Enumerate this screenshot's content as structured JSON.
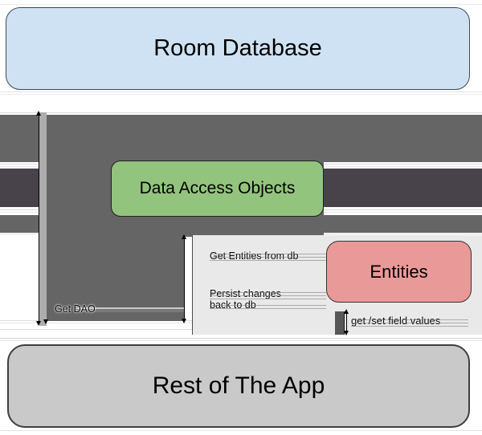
{
  "diagram": {
    "nodes": {
      "room_database": {
        "label": "Room Database",
        "fill": "#cfe2f3"
      },
      "data_access_objects": {
        "label": "Data Access Objects",
        "fill": "#93c47d"
      },
      "entities": {
        "label": "Entities",
        "fill": "#ea9999"
      },
      "rest_of_app": {
        "label": "Rest of The App",
        "fill": "#c9c9c9"
      }
    },
    "edge_labels": {
      "get_dao": "Get DAO",
      "get_entities_from_db": "Get Entities from db",
      "persist_changes": "Persist changes\nback to db",
      "get_set_field_values": "get /set field values"
    },
    "colors": {
      "arrow_gray": "#656565",
      "arrow_dark_band": "#48434b",
      "panel_gray": "#e9e9e9",
      "light_bar": "#adadad",
      "background": "#ffffff"
    }
  }
}
